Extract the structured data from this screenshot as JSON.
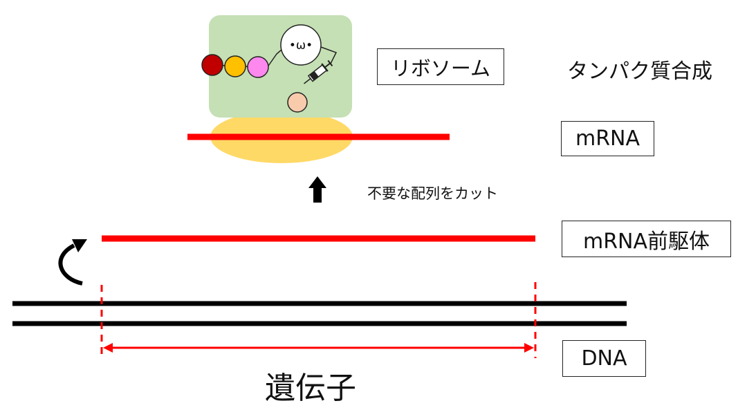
{
  "labels": {
    "ribosome": "リボソーム",
    "protein_synthesis": "タンパク質合成",
    "mrna": "mRNA",
    "splicing_note": "不要な配列をカット",
    "pre_mrna": "mRNA前駆体",
    "dna": "DNA",
    "gene": "遺伝子"
  },
  "face": "•ω•",
  "colors": {
    "rna": "#ff0000",
    "dna": "#000000",
    "ribosome_large": "#c5e0b4",
    "ribosome_small": "#ffd966",
    "amino_red": "#c00000",
    "amino_orange": "#ffc000",
    "amino_pink": "#ff88ee",
    "amino_peach": "#f8cbad"
  }
}
